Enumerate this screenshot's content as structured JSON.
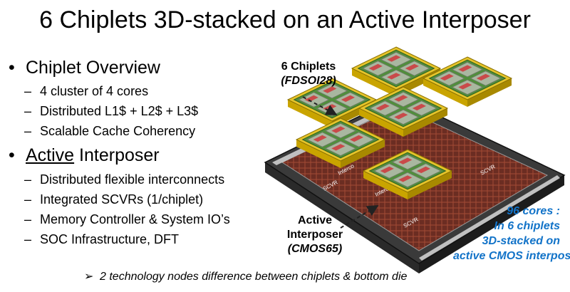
{
  "title": "6 Chiplets 3D-stacked on an Active Interposer",
  "bullets": [
    {
      "heading_parts": [
        "",
        "Chiplet Overview"
      ],
      "items": [
        "4 cluster of 4 cores",
        "Distributed L1$ + L2$ + L3$",
        "Scalable Cache Coherency"
      ]
    },
    {
      "heading_parts": [
        "Active",
        " Interposer"
      ],
      "items": [
        "Distributed flexible interconnects",
        "Integrated SCVRs (1/chiplet)",
        "Memory Controller & System IO’s",
        "SOC Infrastructure, DFT"
      ]
    }
  ],
  "footnote": "2 technology nodes difference between chiplets & bottom die",
  "diagram": {
    "chiplets_label": "6 Chiplets",
    "chiplets_tech": "(FDSOI28)",
    "interposer_label_1": "Active",
    "interposer_label_2": "Interposer",
    "interposer_tech": "(CMOS65)",
    "die_texts": [
      "SCVR",
      "SCVR",
      "SCVR",
      "Interco",
      "Interco"
    ]
  },
  "callout": {
    "lines": [
      "96 cores :",
      "In 6 chiplets",
      "3D-stacked on",
      "active CMOS interposer"
    ],
    "color": "#1273c8"
  },
  "icons": {
    "bullet": "•",
    "dash": "–",
    "footnote_arrow": "➢"
  }
}
